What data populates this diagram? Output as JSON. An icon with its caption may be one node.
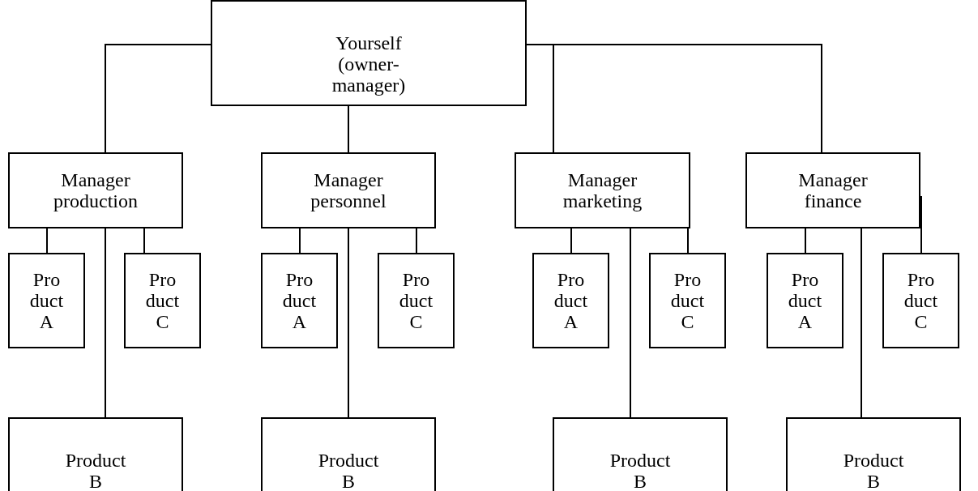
{
  "diagram": {
    "nodes": [
      {
        "text": [
          "Yourself (owner-manager)"
        ]
      },
      {
        "text": [
          "Manager production"
        ]
      },
      {
        "text": [
          "Manager personnel"
        ]
      },
      {
        "text": [
          "Manager marketing"
        ]
      },
      {
        "text": [
          "Manager finance"
        ]
      },
      {
        "text": [
          "Pro duct A"
        ]
      },
      {
        "text": [
          "Pro duct C"
        ]
      },
      {
        "text": [
          "Pro duct A"
        ]
      },
      {
        "text": [
          "Pro duct C"
        ]
      },
      {
        "text": [
          "Pro duct A"
        ]
      },
      {
        "text": [
          "Pro duct C"
        ]
      },
      {
        "text": [
          "Pro duct A"
        ]
      },
      {
        "text": [
          "Pro duct C"
        ]
      },
      {
        "text": [
          "Product B"
        ]
      },
      {
        "text": [
          "Product B"
        ]
      },
      {
        "text": [
          "Product B"
        ]
      },
      {
        "text": [
          "Product B"
        ]
      }
    ],
    "edges": [
      {
        "from": 0,
        "to": 1,
        "arrow": "none"
      },
      {
        "from": 0,
        "to": 2,
        "arrow": "none"
      },
      {
        "from": 0,
        "to": 3,
        "arrow": "none"
      },
      {
        "from": 0,
        "to": 4,
        "arrow": "none"
      },
      {
        "from": 1,
        "to": 5,
        "arrow": "none"
      },
      {
        "from": 1,
        "to": 6,
        "arrow": "none"
      },
      {
        "from": 1,
        "to": 13,
        "arrow": "none"
      },
      {
        "from": 2,
        "to": 7,
        "arrow": "none"
      },
      {
        "from": 2,
        "to": 8,
        "arrow": "none"
      },
      {
        "from": 2,
        "to": 14,
        "arrow": "none"
      },
      {
        "from": 3,
        "to": 9,
        "arrow": "none"
      },
      {
        "from": 3,
        "to": 10,
        "arrow": "none"
      },
      {
        "from": 3,
        "to": 15,
        "arrow": "none"
      },
      {
        "from": 4,
        "to": 11,
        "arrow": "none"
      },
      {
        "from": 4,
        "to": 12,
        "arrow": "none"
      },
      {
        "from": 4,
        "to": 16,
        "arrow": "none"
      }
    ]
  }
}
